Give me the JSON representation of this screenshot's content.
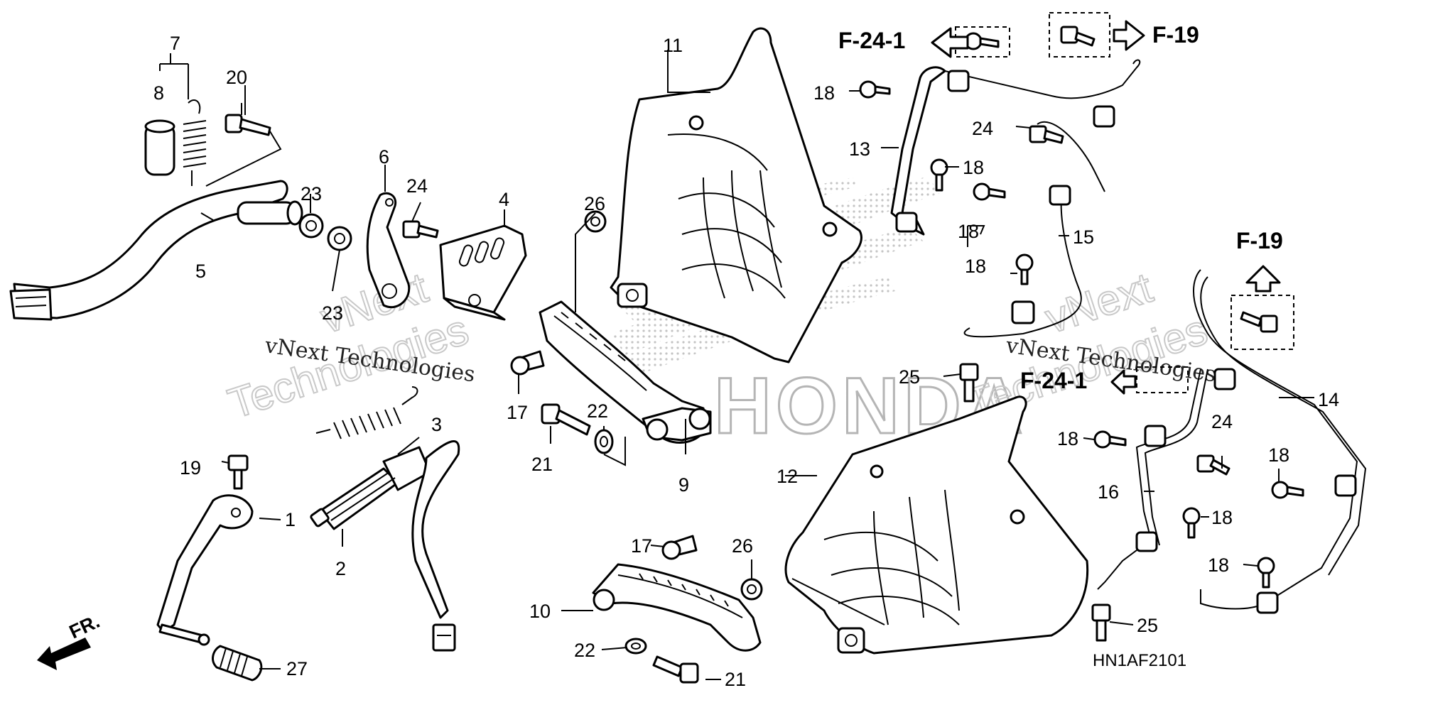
{
  "diagram": {
    "figure_code": "HN1AF2101",
    "watermark_line1": "vNext",
    "watermark_line2": "Technologies",
    "watermark_small": "vNext Technologies",
    "logo_text": "HONDA",
    "front_marker": "FR.",
    "refs": {
      "f241_top": "F-24-1",
      "f19_top": "F-19",
      "f19_right": "F-19",
      "f241_right": "F-24-1"
    },
    "callouts": {
      "c1": "1",
      "c2": "2",
      "c3": "3",
      "c4": "4",
      "c5": "5",
      "c6": "6",
      "c7": "7",
      "c8": "8",
      "c9": "9",
      "c10": "10",
      "c11": "11",
      "c12": "12",
      "c13": "13",
      "c14": "14",
      "c15": "15",
      "c16": "16",
      "c17a": "17",
      "c17b": "17",
      "c18a": "18",
      "c18b": "18",
      "c18c": "18",
      "c18d": "18",
      "c18e": "18",
      "c18f": "18",
      "c18g": "18",
      "c18h": "18",
      "c19": "19",
      "c20": "20",
      "c21a": "21",
      "c21b": "21",
      "c22a": "22",
      "c22b": "22",
      "c23a": "23",
      "c23b": "23",
      "c24a": "24",
      "c24b": "24",
      "c24c": "24",
      "c25a": "25",
      "c25b": "25",
      "c26a": "26",
      "c26b": "26",
      "c27": "27"
    }
  }
}
